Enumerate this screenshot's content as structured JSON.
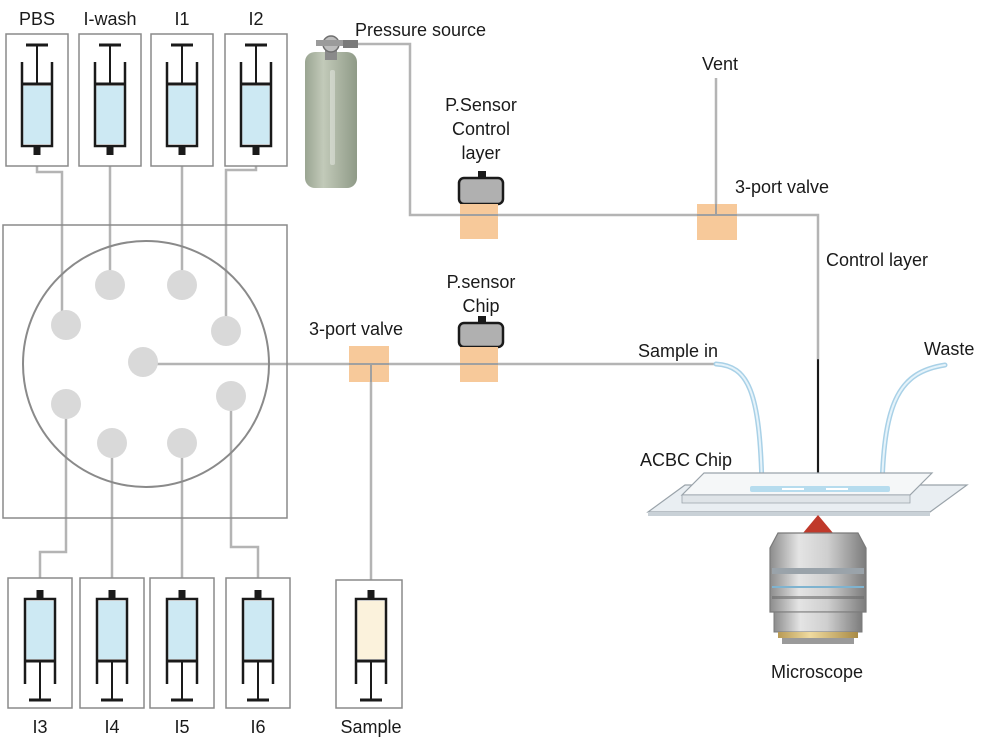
{
  "labels": {
    "pressure_source": "Pressure source",
    "psensor_control": [
      "P.Sensor",
      "Control",
      "layer"
    ],
    "psensor_chip": [
      "P.sensor",
      "Chip"
    ],
    "vent": "Vent",
    "valve_control": "3-port valve",
    "valve_sample": "3-port valve",
    "control_layer": "Control layer",
    "sample_in": "Sample in",
    "waste": "Waste",
    "acbc_chip": "ACBC Chip",
    "microscope": "Microscope"
  },
  "syringes_top": [
    {
      "label": "PBS"
    },
    {
      "label": "I-wash"
    },
    {
      "label": "I1"
    },
    {
      "label": "I2"
    }
  ],
  "syringes_bottom": [
    {
      "label": "I3"
    },
    {
      "label": "I4"
    },
    {
      "label": "I5"
    },
    {
      "label": "I6"
    }
  ],
  "sample_syringe": {
    "label": "Sample"
  },
  "colors": {
    "reagent_fill": "#cde9f3",
    "sample_fill": "#fbf2dc",
    "valve": "#f7c99a",
    "tubing": "#b4b4b4",
    "port": "#d9d9d9",
    "gas_tank": "#b3bcaa",
    "sensor_head": "#b0b0b0"
  }
}
